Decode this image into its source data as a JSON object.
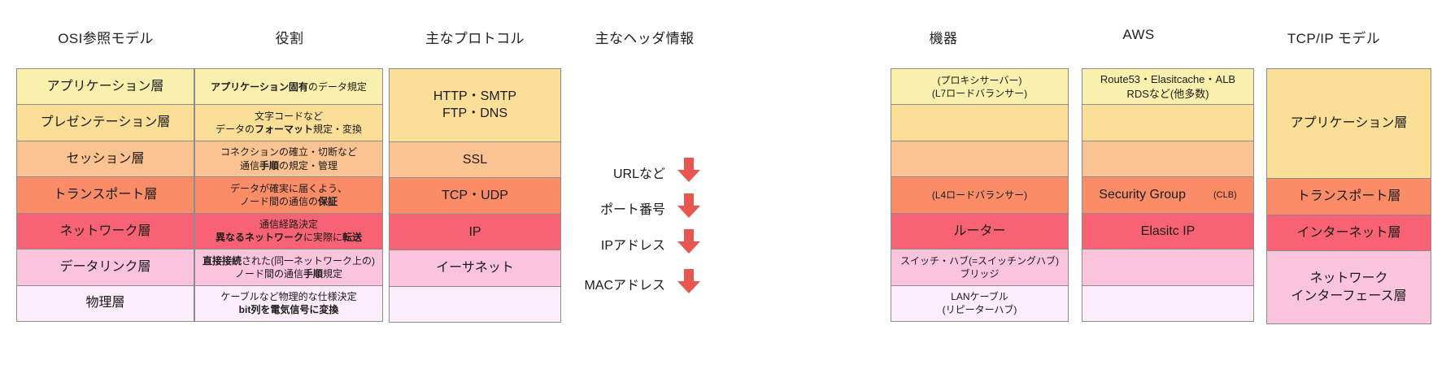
{
  "columns": {
    "osi": "OSI参照モデル",
    "role": "役割",
    "protocol": "主なプロトコル",
    "header_info": "主なヘッダ情報",
    "device": "機器",
    "aws": "AWS",
    "tcpip": "TCP/IP モデル"
  },
  "colors": {
    "application": "#faf0ae",
    "presentation": "#fbdf97",
    "session": "#fbc391",
    "transport": "#fa8d68",
    "network": "#f76275",
    "datalink": "#fac4dd",
    "physical": "#fbedf9",
    "border": "#8c8c8c",
    "arrow": "#e8574f",
    "background": "#ffffff"
  },
  "osi_layers": [
    {
      "label": "アプリケーション層",
      "color_key": "application"
    },
    {
      "label": "プレゼンテーション層",
      "color_key": "presentation"
    },
    {
      "label": "セッション層",
      "color_key": "session"
    },
    {
      "label": "トランスポート層",
      "color_key": "transport"
    },
    {
      "label": "ネットワーク層",
      "color_key": "network"
    },
    {
      "label": "データリンク層",
      "color_key": "datalink"
    },
    {
      "label": "物理層",
      "color_key": "physical"
    }
  ],
  "roles": [
    {
      "lines": [
        {
          "text": "アプリケーション固有",
          "bold": true
        },
        {
          "text": "のデータ規定",
          "bold": false
        }
      ],
      "single_line": true
    },
    {
      "lines": [
        {
          "text": "文字コードなど",
          "bold": false
        }
      ],
      "line2": [
        {
          "text": "データの",
          "bold": false
        },
        {
          "text": "フォーマット",
          "bold": true
        },
        {
          "text": "規定・変換",
          "bold": false
        }
      ]
    },
    {
      "lines": [
        {
          "text": "コネクションの確立・切断など",
          "bold": false
        }
      ],
      "line2": [
        {
          "text": "通信",
          "bold": false
        },
        {
          "text": "手順",
          "bold": true
        },
        {
          "text": "の規定・管理",
          "bold": false
        }
      ]
    },
    {
      "lines": [
        {
          "text": "データが確実に届くよう、",
          "bold": false
        }
      ],
      "line2": [
        {
          "text": "ノード間の通信の",
          "bold": false
        },
        {
          "text": "保証",
          "bold": true
        }
      ]
    },
    {
      "lines": [
        {
          "text": "通信経路決定",
          "bold": false
        }
      ],
      "line2": [
        {
          "text": "異なるネットワーク",
          "bold": true
        },
        {
          "text": "に実際に",
          "bold": false
        },
        {
          "text": "転送",
          "bold": true
        }
      ]
    },
    {
      "lines": [
        {
          "text": "直接接続",
          "bold": true
        },
        {
          "text": "された(同一ネットワーク上の)",
          "bold": false
        }
      ],
      "line2": [
        {
          "text": "ノード間の通信",
          "bold": false
        },
        {
          "text": "手順",
          "bold": true
        },
        {
          "text": "規定",
          "bold": false
        }
      ]
    },
    {
      "lines": [
        {
          "text": "ケーブルなど物理的な仕様決定",
          "bold": false
        }
      ],
      "line2": [
        {
          "text": "bit列を電気信号に変換",
          "bold": true
        }
      ]
    }
  ],
  "protocols": [
    {
      "span": 2,
      "color_key": "presentation",
      "lines": [
        "HTTP・SMTP",
        "FTP・DNS"
      ]
    },
    {
      "span": 1,
      "color_key": "session",
      "lines": [
        "SSL"
      ]
    },
    {
      "span": 1,
      "color_key": "transport",
      "lines": [
        "TCP・UDP"
      ]
    },
    {
      "span": 1,
      "color_key": "network",
      "lines": [
        "IP"
      ]
    },
    {
      "span": 1,
      "color_key": "datalink",
      "lines": [
        "イーサネット"
      ]
    },
    {
      "span": 1,
      "color_key": "physical",
      "lines": []
    }
  ],
  "header_info_rows": [
    {
      "label": "URLなど",
      "icon": "down-arrow-icon"
    },
    {
      "label": "ポート番号",
      "icon": "down-arrow-icon"
    },
    {
      "label": "IPアドレス",
      "icon": "down-arrow-icon"
    },
    {
      "label": "MACアドレス",
      "icon": "down-arrow-icon"
    }
  ],
  "devices": [
    {
      "color_key": "application",
      "size": "sm",
      "lines": [
        "(プロキシサーバー)",
        "(L7ロードバランサー)"
      ]
    },
    {
      "color_key": "presentation",
      "size": "sm",
      "lines": []
    },
    {
      "color_key": "session",
      "size": "sm",
      "lines": []
    },
    {
      "color_key": "transport",
      "size": "sm",
      "lines": [
        "(L4ロードバランサー)"
      ]
    },
    {
      "color_key": "network",
      "size": "lg",
      "lines": [
        "ルーター"
      ]
    },
    {
      "color_key": "datalink",
      "size": "sm",
      "lines": [
        "スイッチ・ハブ(=スイッチングハブ)",
        "ブリッジ"
      ]
    },
    {
      "color_key": "physical",
      "size": "sm",
      "lines": [
        "LANケーブル",
        "(リピーターハブ)"
      ]
    }
  ],
  "aws": [
    {
      "color_key": "application",
      "span": 1,
      "size": "md",
      "lines": [
        "Route53・Elasitcache・ALB",
        "RDSなど(他多数)"
      ]
    },
    {
      "color_key": "presentation",
      "span": 1,
      "size": "md",
      "lines": []
    },
    {
      "color_key": "session",
      "span": 1,
      "size": "md",
      "lines": []
    },
    {
      "color_key": "transport",
      "span": 1,
      "size": "lg",
      "split": true,
      "main": "Security Group",
      "sub": "(CLB)",
      "lines": []
    },
    {
      "color_key": "network",
      "span": 1,
      "size": "lg",
      "lines": [
        "Elasitc IP"
      ]
    },
    {
      "color_key": "datalink",
      "span": 1,
      "size": "md",
      "lines": []
    },
    {
      "color_key": "physical",
      "span": 1,
      "size": "md",
      "lines": []
    }
  ],
  "tcpip": [
    {
      "span": 3,
      "color_key": "presentation",
      "lines": [
        "アプリケーション層"
      ]
    },
    {
      "span": 1,
      "color_key": "transport",
      "lines": [
        "トランスポート層"
      ]
    },
    {
      "span": 1,
      "color_key": "network",
      "lines": [
        "インターネット層"
      ]
    },
    {
      "span": 2,
      "color_key": "datalink",
      "lines": [
        "ネットワーク",
        "インターフェース層"
      ]
    }
  ]
}
